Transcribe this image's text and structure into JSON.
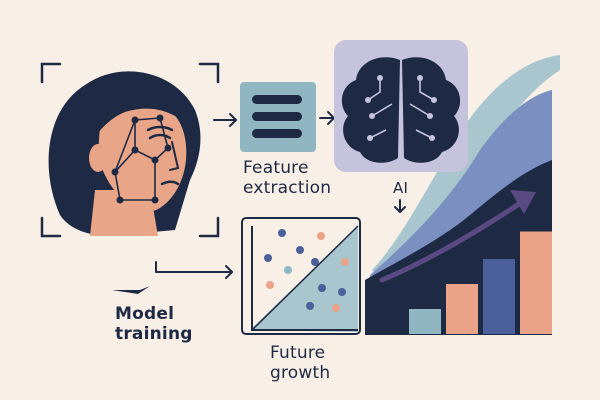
{
  "labels": {
    "feature_line1": "Feature",
    "feature_line2": "extraction",
    "ai": "AI",
    "model_line1": "Model",
    "model_line2": "training",
    "future_line1": "Future",
    "future_line2": "growth"
  },
  "colors": {
    "background": "#f8efe6",
    "navy": "#1e2a44",
    "skin": "#e9a588",
    "teal_light": "#a9c6cf",
    "teal_box": "#8fb6c1",
    "lavender": "#c6c3dc",
    "blue": "#7b8fc0",
    "slate": "#4b5f9a",
    "peach": "#eaa389",
    "purple": "#5a4a82"
  },
  "bars": {
    "values": [
      1,
      2,
      3,
      4.1
    ]
  }
}
